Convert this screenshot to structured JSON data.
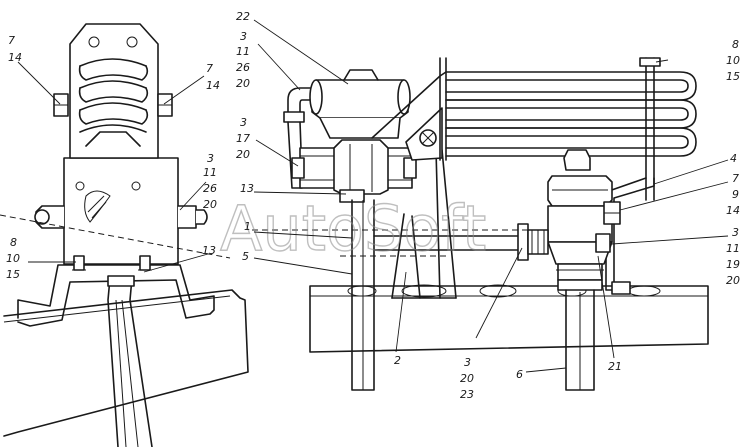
{
  "watermark": "AutoSoft",
  "callouts": [
    {
      "id": "c-7-14-left",
      "lines": [
        "7",
        "14"
      ]
    },
    {
      "id": "c-7-14-mid",
      "lines": [
        "7",
        "14"
      ]
    },
    {
      "id": "c-3-11-26-20-left",
      "lines": [
        "3",
        "11",
        "26",
        "20"
      ]
    },
    {
      "id": "c-8-10-15-left",
      "lines": [
        "8",
        "10",
        "15"
      ]
    },
    {
      "id": "c-13-left",
      "lines": [
        "13"
      ]
    },
    {
      "id": "c-22",
      "lines": [
        "22"
      ]
    },
    {
      "id": "c-3-11-26-20-top",
      "lines": [
        "3",
        "11",
        "26",
        "20"
      ]
    },
    {
      "id": "c-3-17-20",
      "lines": [
        "3",
        "17",
        "20"
      ]
    },
    {
      "id": "c-13-mid",
      "lines": [
        "13"
      ]
    },
    {
      "id": "c-1",
      "lines": [
        "1"
      ]
    },
    {
      "id": "c-5",
      "lines": [
        "5"
      ]
    },
    {
      "id": "c-2",
      "lines": [
        "2"
      ]
    },
    {
      "id": "c-3-20-23",
      "lines": [
        "3",
        "20",
        "23"
      ]
    },
    {
      "id": "c-6",
      "lines": [
        "6"
      ]
    },
    {
      "id": "c-21",
      "lines": [
        "21"
      ]
    },
    {
      "id": "c-8-10-15-right",
      "lines": [
        "8",
        "10",
        "15"
      ]
    },
    {
      "id": "c-4",
      "lines": [
        "4"
      ]
    },
    {
      "id": "c-7-9-14",
      "lines": [
        "7",
        "9",
        "14"
      ]
    },
    {
      "id": "c-3-11-19-20",
      "lines": [
        "3",
        "11",
        "19",
        "20"
      ]
    }
  ]
}
